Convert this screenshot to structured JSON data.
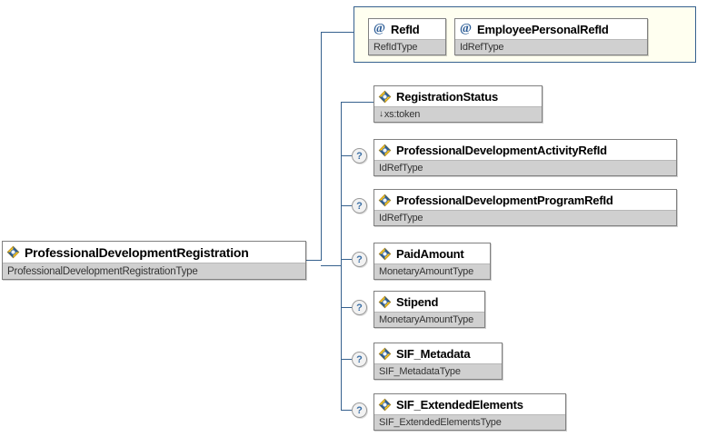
{
  "diagram": {
    "kind": "xsd-schema-tree",
    "root": {
      "name": "ProfessionalDevelopmentRegistration",
      "type": "ProfessionalDevelopmentRegistrationType",
      "icon": "element-icon",
      "optional": false
    },
    "attribute_group": {
      "name": "attribute-group",
      "attributes": [
        {
          "name": "RefId",
          "type": "RefIdType",
          "icon": "attribute-icon",
          "marker": "@"
        },
        {
          "name": "EmployeePersonalRefId",
          "type": "IdRefType",
          "icon": "attribute-icon",
          "marker": "@"
        }
      ]
    },
    "children": [
      {
        "name": "RegistrationStatus",
        "type": "xs:token",
        "type_prefix": "↓",
        "icon": "element-icon",
        "optional": false
      },
      {
        "name": "ProfessionalDevelopmentActivityRefId",
        "type": "IdRefType",
        "icon": "element-icon",
        "optional": true,
        "optional_marker": "?"
      },
      {
        "name": "ProfessionalDevelopmentProgramRefId",
        "type": "IdRefType",
        "icon": "element-icon",
        "optional": true,
        "optional_marker": "?"
      },
      {
        "name": "PaidAmount",
        "type": "MonetaryAmountType",
        "icon": "element-icon",
        "optional": true,
        "optional_marker": "?"
      },
      {
        "name": "Stipend",
        "type": "MonetaryAmountType",
        "icon": "element-icon",
        "optional": true,
        "optional_marker": "?"
      },
      {
        "name": "SIF_Metadata",
        "type": "SIF_MetadataType",
        "icon": "element-icon",
        "optional": true,
        "optional_marker": "?"
      },
      {
        "name": "SIF_ExtendedElements",
        "type": "SIF_ExtendedElementsType",
        "icon": "element-icon",
        "optional": true,
        "optional_marker": "?"
      }
    ],
    "colors": {
      "connector": "#36618e",
      "node_border": "#808080",
      "node_title_bg": "#ffffff",
      "node_type_bg": "#d0d0d0",
      "attr_group_bg": "#fffff0",
      "attr_group_border": "#36618e",
      "icon_blue": "#2b5c96",
      "icon_yellow": "#f5c423",
      "optional_text": "#3a6ea5"
    }
  }
}
